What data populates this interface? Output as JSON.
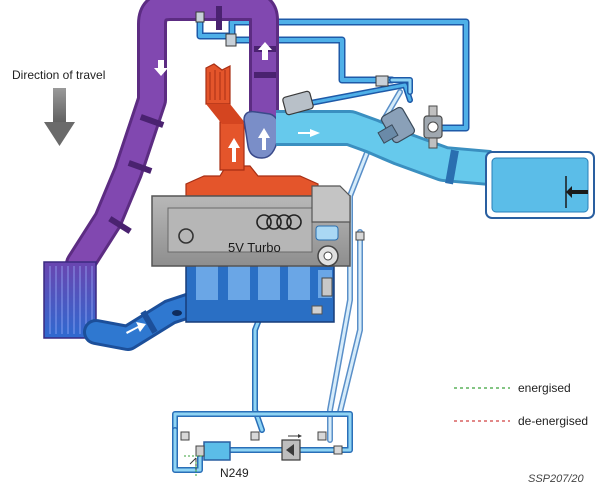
{
  "labels": {
    "direction": "Direction of travel",
    "engine": "5V  Turbo",
    "valve": "N249",
    "legend_energised": "energised",
    "legend_deenergised": "de-energised",
    "reference": "SSP207/20"
  },
  "colors": {
    "charge_hot": "#7c3fa5",
    "charge_cooled": "#2a6fc4",
    "intake_air": "#66c9ec",
    "exhaust": "#e4552b",
    "engine_body": "#a0a0a0",
    "vacuum_line": "#2a7fd0",
    "legend_energised": "#3aa23a",
    "legend_deenergised": "#d04040"
  }
}
